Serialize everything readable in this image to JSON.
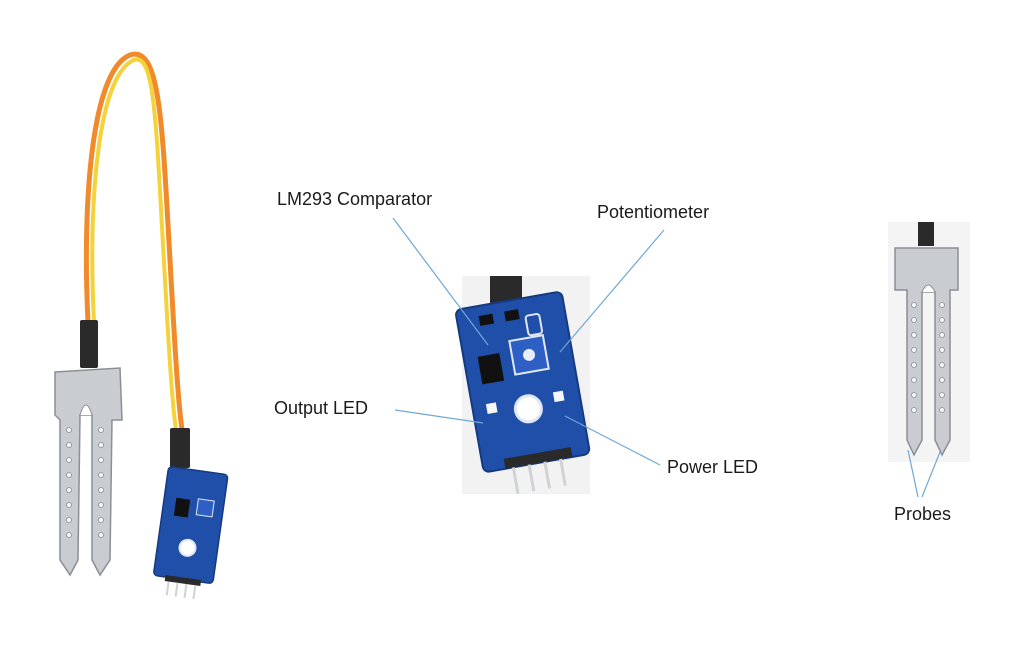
{
  "labels": {
    "comparator": "LM293 Comparator",
    "potentiometer": "Potentiometer",
    "output_led": "Output LED",
    "power_led": "Power LED",
    "probes": "Probes"
  },
  "colors": {
    "leader_line": "#6fa8d6",
    "pcb_blue": "#1f4fa8",
    "pcb_dark": "#153a80",
    "probe_silver": "#c9ccd1",
    "probe_edge": "#8b8f96",
    "wire_orange": "#f08a2a",
    "wire_yellow": "#f3d23a",
    "header_black": "#2a2a2a",
    "pin_gold": "#cfd2d6",
    "pot_blue": "#2d5fc4"
  }
}
